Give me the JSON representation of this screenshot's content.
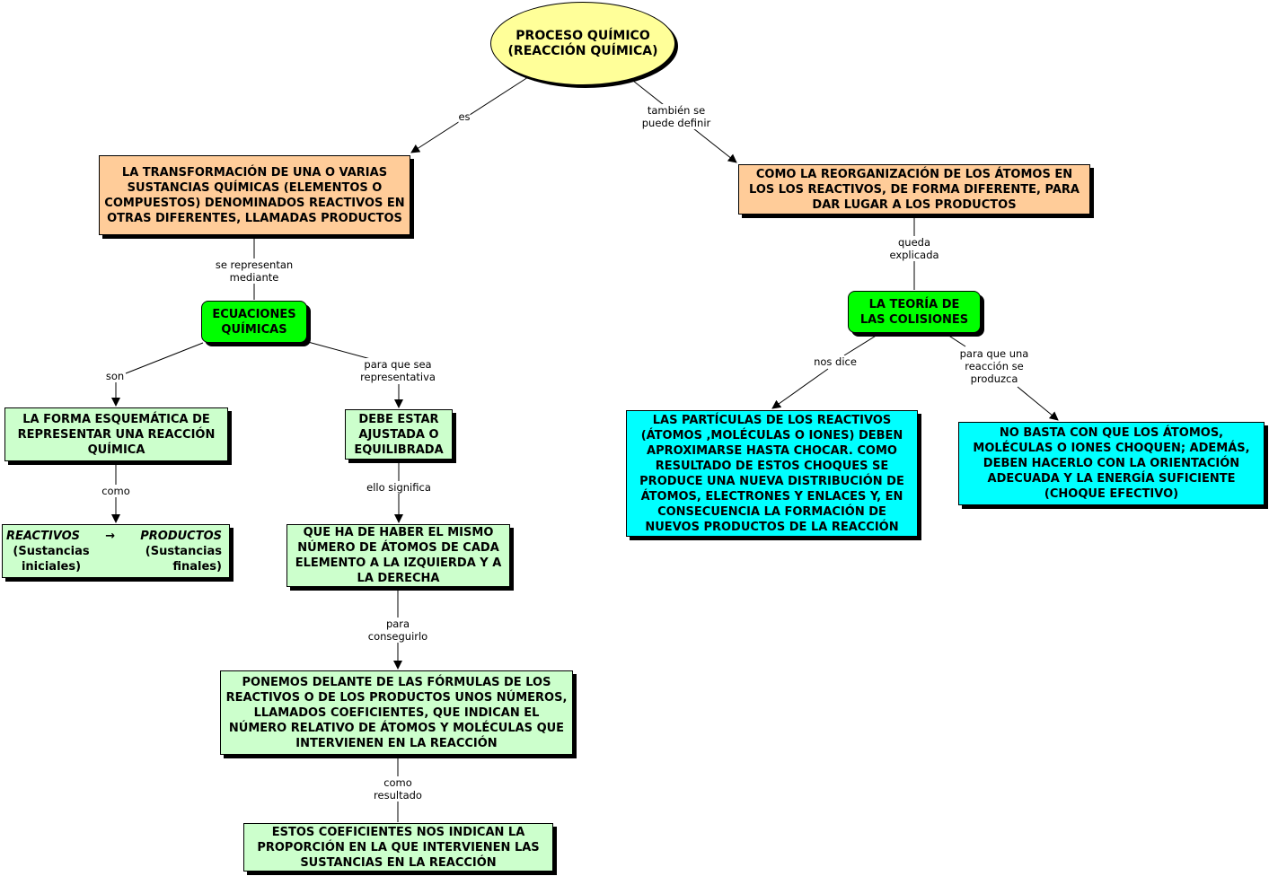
{
  "nodes": {
    "root": {
      "line1": "PROCESO QUÍMICO",
      "line2": "(REACCIÓN QUÍMICA)"
    },
    "definition": "LA TRANSFORMACIÓN DE UNA O VARIAS SUSTANCIAS QUÍMICAS (ELEMENTOS O COMPUESTOS) DENOMINADOS REACTIVOS EN OTRAS DIFERENTES, LLAMADAS PRODUCTOS",
    "reorganization": "COMO LA REORGANIZACIÓN DE LOS ÁTOMOS EN LOS LOS REACTIVOS, DE FORMA DIFERENTE, PARA DAR LUGAR A LOS PRODUCTOS",
    "equations": "ECUACIONES QUÍMICAS",
    "collision_theory": "LA TEORÍA DE LAS COLISIONES",
    "schematic": "LA FORMA ESQUEMÁTICA DE REPRESENTAR UNA REACCIÓN QUÍMICA",
    "balanced": "DEBE ESTAR AJUSTADA O EQUILIBRADA",
    "reaction_scheme": {
      "reactants": "REACTIVOS",
      "arrow": "→",
      "products": "PRODUCTOS",
      "reactants_note": "(Sustancias iniciales)",
      "products_note": "(Sustancias finales)"
    },
    "same_atoms": "QUE HA DE HABER EL MISMO NÚMERO DE ÁTOMOS DE CADA ELEMENTO A LA IZQUIERDA Y A LA DERECHA",
    "coefficients": "PONEMOS DELANTE DE LAS FÓRMULAS DE LOS REACTIVOS O DE LOS PRODUCTOS UNOS NÚMEROS, LLAMADOS COEFICIENTES, QUE INDICAN EL NÚMERO RELATIVO DE ÁTOMOS Y MOLÉCULAS QUE INTERVIENEN EN LA REACCIÓN",
    "proportion": "ESTOS COEFICIENTES NOS INDICAN LA PROPORCIÓN EN LA QUE INTERVIENEN LAS SUSTANCIAS EN LA REACCIÓN",
    "particles": "LAS PARTÍCULAS DE LOS REACTIVOS (ÁTOMOS ,MOLÉCULAS O IONES) DEBEN APROXIMARSE HASTA CHOCAR. COMO RESULTADO DE ESTOS CHOQUES SE PRODUCE UNA NUEVA DISTRIBUCIÓN DE ÁTOMOS, ELECTRONES Y ENLACES Y, EN CONSECUENCIA LA FORMACIÓN DE NUEVOS PRODUCTOS DE LA REACCIÓN",
    "not_enough": "NO BASTA CON QUE LOS ÁTOMOS, MOLÉCULAS O IONES CHOQUEN; ADEMÁS, DEBEN HACERLO CON LA ORIENTACIÓN ADECUADA Y LA ENERGÍA SUFICIENTE (CHOQUE EFECTIVO)"
  },
  "links": {
    "es": "es",
    "tambien": "también se\npuede definir",
    "se_representan": "se representan\nmediante",
    "son": "son",
    "para_que_sea": "para que sea\nrepresentativa",
    "como1": "como",
    "ello_significa": "ello significa",
    "para_conseguirlo": "para\nconseguirlo",
    "como_resultado": "como\nresultado",
    "queda_explicada": "queda\nexplicada",
    "nos_dice": "nos dice",
    "para_que_una": "para que una\nreacción se\nproduzca"
  },
  "colors": {
    "root": "#ffff99",
    "peach": "#ffcc99",
    "green": "#00ff00",
    "light_green": "#ccffcc",
    "cyan": "#00ffff"
  }
}
